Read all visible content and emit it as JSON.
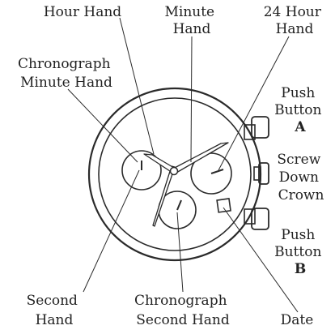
{
  "labels": {
    "hour_hand": "Hour Hand",
    "minute_hand": [
      "Minute",
      "Hand"
    ],
    "hour24_hand": [
      "24 Hour",
      "Hand"
    ],
    "chrono_minute_hand": [
      "Chronograph",
      "Minute Hand"
    ],
    "push_button_a": [
      "Push",
      "Button",
      "A"
    ],
    "screw_down_crown": [
      "Screw",
      "Down",
      "Crown"
    ],
    "push_button_b": [
      "Push",
      "Button",
      "B"
    ],
    "second_hand": [
      "Second",
      "Hand"
    ],
    "chrono_second_hand": [
      "Chronograph",
      "Second Hand"
    ],
    "date": "Date"
  }
}
